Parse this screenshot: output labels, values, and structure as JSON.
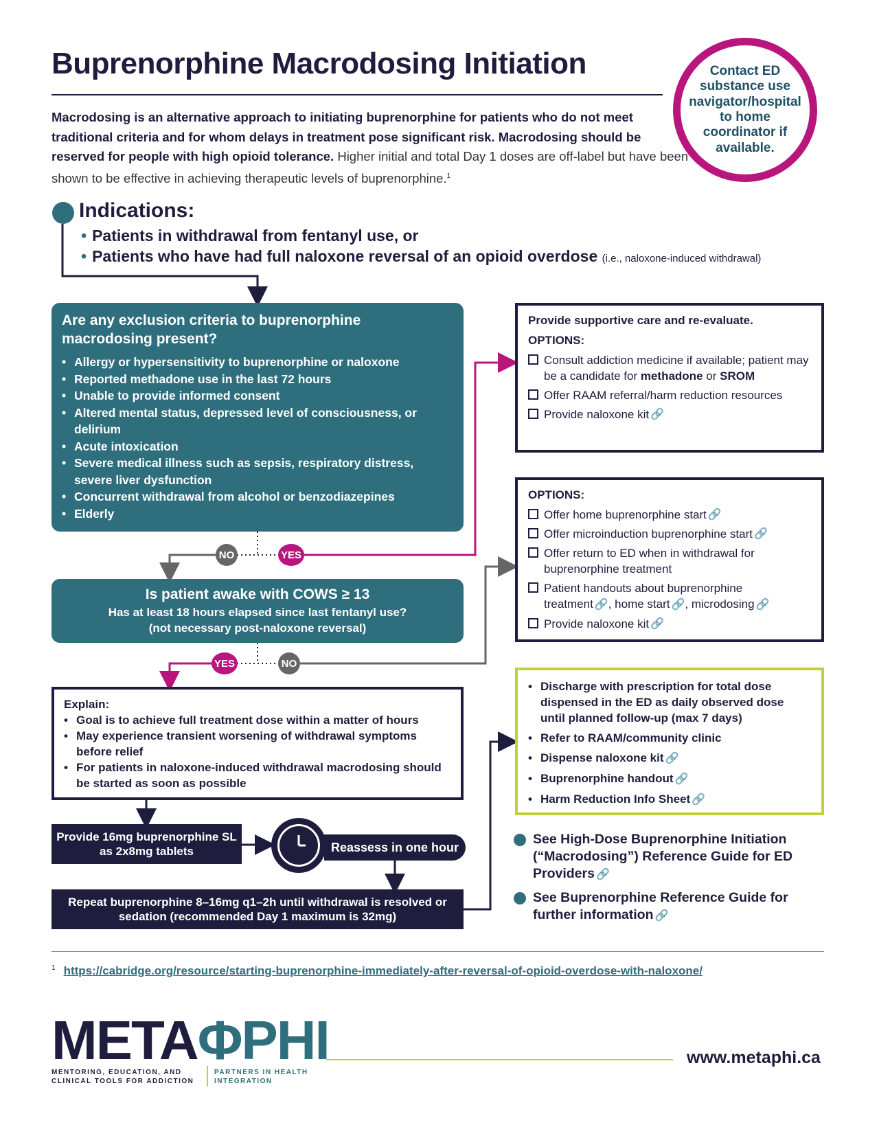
{
  "title": "Buprenorphine Macrodosing Initiation",
  "contact_circle": "Contact ED substance use navigator/hospital to home coordinator if available.",
  "intro": {
    "bold1": "Macrodosing is an alternative approach to initiating buprenorphine for patients who do not meet traditional criteria and for whom delays in treatment pose significant risk. Macrodosing should be reserved for people with high opioid tolerance.",
    "light": "Higher initial and total Day 1 doses are off-label but have been shown to be effective in achieving therapeutic levels of buprenorphine.",
    "footnote_mark": "1"
  },
  "indications": {
    "title": "Indications:",
    "items": [
      "Patients in withdrawal from fentanyl use, or",
      "Patients who have had full naloxone reversal of an opioid overdose"
    ],
    "item2_note": "(i.e., naloxone-induced withdrawal)"
  },
  "exclusion": {
    "question": "Are any exclusion criteria to buprenorphine macrodosing present?",
    "items": [
      "Allergy or hypersensitivity to buprenorphine or naloxone",
      "Reported methadone use in the last 72 hours",
      "Unable to provide informed consent",
      "Altered mental status, depressed level of consciousness, or delirium",
      "Acute intoxication",
      "Severe medical illness such as sepsis, respiratory distress, severe liver dysfunction",
      "Concurrent withdrawal from alcohol or benzodiazepines",
      "Elderly"
    ]
  },
  "labels": {
    "no": "NO",
    "yes": "YES"
  },
  "cows": {
    "question": "Is patient awake with COWS ≥ 13",
    "sub1": "Has at least 18 hours elapsed since last fentanyl use?",
    "sub2": "(not necessary post-naloxone reversal)"
  },
  "explain": {
    "title": "Explain:",
    "items": [
      "Goal is to achieve full treatment dose within a matter of hours",
      "May experience transient worsening of withdrawal symptoms before relief",
      "For patients in naloxone-induced withdrawal macrodosing should be started as soon as possible"
    ]
  },
  "provide": "Provide 16mg buprenorphine SL as 2x8mg tablets",
  "reassess": "Reassess in one hour",
  "repeat": "Repeat buprenorphine 8–16mg q1–2h until withdrawal is resolved or sedation (recommended Day 1 maximum is 32mg)",
  "supportive": {
    "intro": "Provide supportive care and re-evaluate.",
    "options_label": "OPTIONS:",
    "opt1_a": "Consult addiction medicine if available; patient may be a candidate for",
    "opt1_b": "methadone",
    "opt1_c": "or",
    "opt1_d": "SROM",
    "opt2": "Offer RAAM referral/harm reduction resources",
    "opt3": "Provide naloxone kit"
  },
  "options2": {
    "options_label": "OPTIONS:",
    "opt1": "Offer home buprenorphine start",
    "opt2": "Offer microinduction buprenorphine start",
    "opt3": "Offer return to ED when in withdrawal for buprenorphine treatment",
    "opt4_a": "Patient handouts about buprenorphine treatment",
    "opt4_b": ", home start",
    "opt4_c": ", microdosing",
    "opt5": "Provide naloxone kit"
  },
  "discharge": {
    "items": [
      "Discharge with prescription for total dose dispensed in the ED as daily observed dose until planned follow-up (max 7 days)",
      "Refer to RAAM/community clinic",
      "Dispense naloxone kit",
      "Buprenorphine handout",
      "Harm Reduction Info Sheet"
    ]
  },
  "see_also": [
    "See High-Dose Buprenorphine Initiation (“Macrodosing”) Reference Guide for ED Providers",
    "See Buprenorphine Reference Guide for further information"
  ],
  "footnote": {
    "mark": "1",
    "url": "https://cabridge.org/resource/starting-buprenorphine-immediately-after-reversal-of-opioid-overdose-with-naloxone/"
  },
  "logo": {
    "meta": "META",
    "phi": "ΦPHI",
    "sub_left": "MENTORING, EDUCATION, AND CLINICAL TOOLS FOR ADDICTION",
    "sub_right": "PARTNERS IN HEALTH INTEGRATION"
  },
  "website": "www.metaphi.ca",
  "colors": {
    "navy": "#1f1d3d",
    "teal": "#2e6e7d",
    "magenta": "#b8157d",
    "lime": "#c2cf3c",
    "gray": "#666666"
  },
  "icons": {
    "link": "link-icon",
    "clock": "clock-icon",
    "checkbox": "checkbox-icon"
  }
}
